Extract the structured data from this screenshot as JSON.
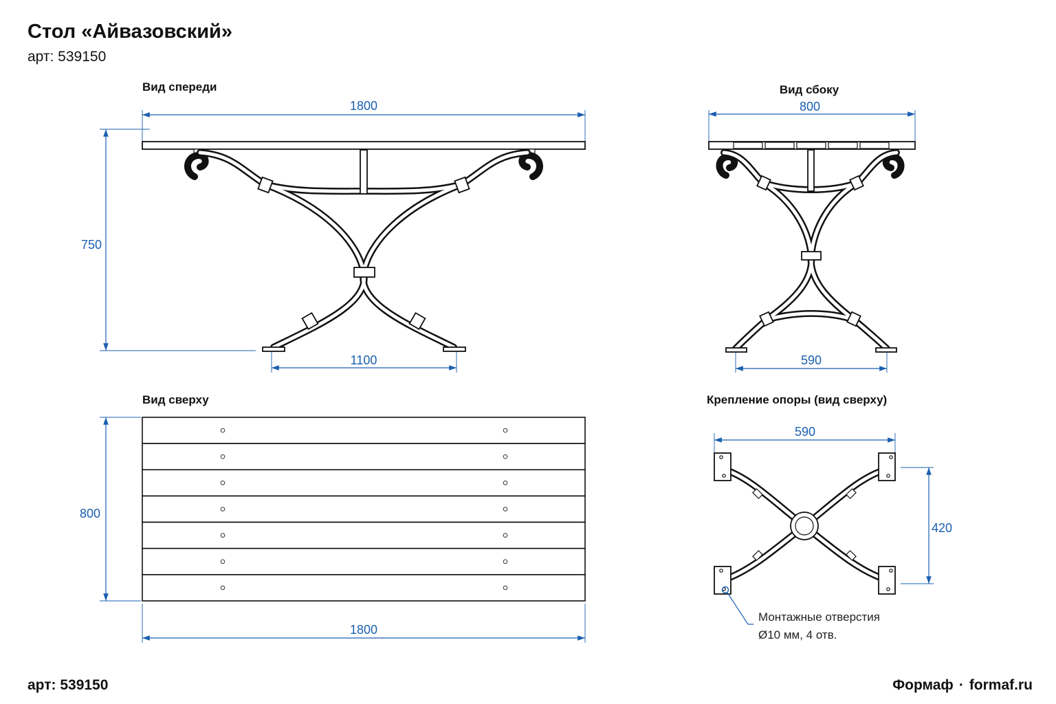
{
  "header": {
    "title": "Стол «Айвазовский»",
    "article": "арт: 539150"
  },
  "views": {
    "front": {
      "label": "Вид спереди",
      "width": "1800",
      "height": "750",
      "base": "1100"
    },
    "side": {
      "label": "Вид сбоку",
      "width": "800",
      "base": "590"
    },
    "top": {
      "label": "Вид сверху",
      "depth": "800",
      "width": "1800"
    },
    "mount": {
      "label": "Крепление опоры (вид сверху)",
      "width": "590",
      "depth": "420",
      "note_line1": "Монтажные отверстия",
      "note_line2": "Ø10 мм, 4 отв."
    }
  },
  "footer": {
    "article": "арт: 539150",
    "brand": "Формаф",
    "separator": "·",
    "site": "formaf.ru"
  },
  "colors": {
    "dimension": "#1a5fb0",
    "outline": "#111111"
  }
}
